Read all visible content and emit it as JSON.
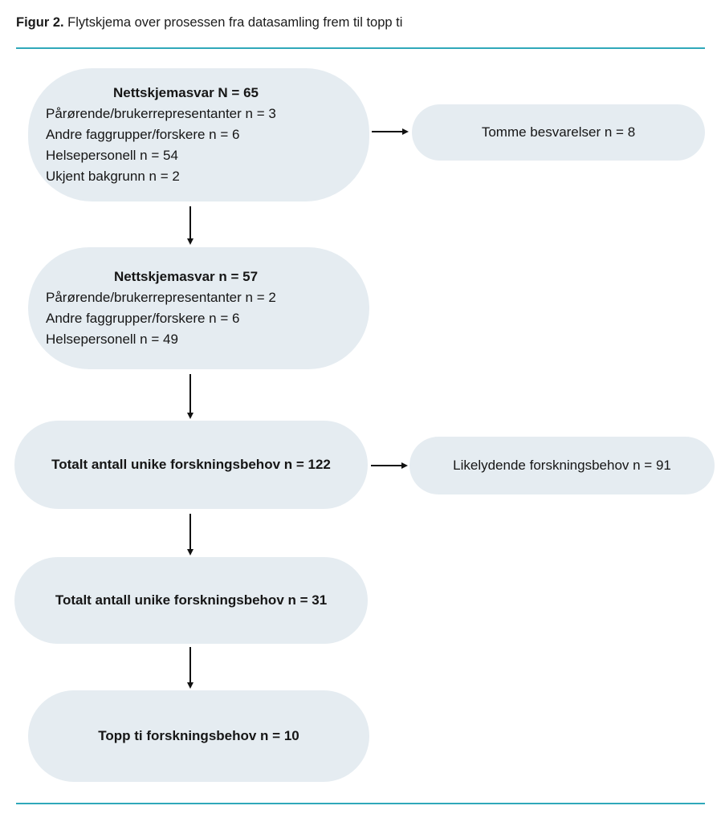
{
  "figure": {
    "caption_label": "Figur 2.",
    "caption_text": " Flytskjema over prosessen fra datasamling frem til topp ti"
  },
  "colors": {
    "box_fill": "#e5ecf1",
    "rule": "#2fa8ba",
    "text": "#161616",
    "arrow": "#111111"
  },
  "flowchart": {
    "box1": {
      "title": "Nettskjemasvar N = 65",
      "lines": [
        "Pårørende/brukerrepresentanter n = 3",
        "Andre faggrupper/forskere n = 6",
        "Helsepersonell n = 54",
        "Ukjent bakgrunn n = 2"
      ]
    },
    "side1": {
      "label": "Tomme besvarelser n = 8"
    },
    "box2": {
      "title": "Nettskjemasvar n = 57",
      "lines": [
        "Pårørende/brukerrepresentanter n = 2",
        "Andre faggrupper/forskere n = 6",
        "Helsepersonell n = 49"
      ]
    },
    "box3": {
      "label": "Totalt antall unike forskningsbehov n = 122"
    },
    "side2": {
      "label": "Likelydende forskningsbehov n = 91"
    },
    "box4": {
      "label": "Totalt antall unike forskningsbehov n = 31"
    },
    "box5": {
      "label": "Topp ti forskningsbehov n = 10"
    }
  }
}
